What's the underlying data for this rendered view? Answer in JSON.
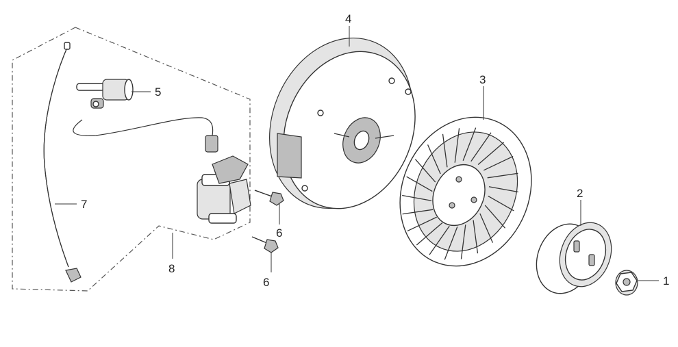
{
  "diagram": {
    "callouts": [
      {
        "id": "1",
        "label": "1"
      },
      {
        "id": "2",
        "label": "2"
      },
      {
        "id": "3",
        "label": "3"
      },
      {
        "id": "4",
        "label": "4"
      },
      {
        "id": "5",
        "label": "5"
      },
      {
        "id": "6a",
        "label": "6"
      },
      {
        "id": "6b",
        "label": "6"
      },
      {
        "id": "7",
        "label": "7"
      },
      {
        "id": "8",
        "label": "8"
      }
    ]
  }
}
